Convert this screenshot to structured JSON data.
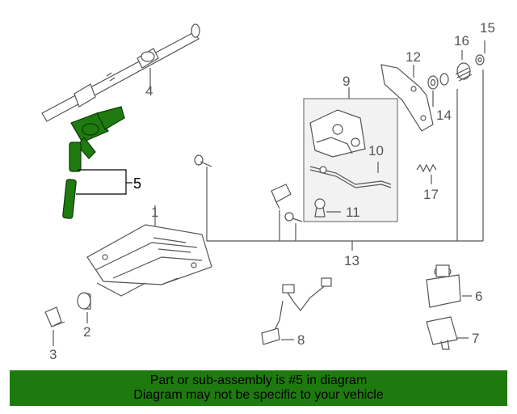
{
  "callouts": {
    "c1": "1",
    "c2": "2",
    "c3": "3",
    "c4": "4",
    "c5": "5",
    "c6": "6",
    "c7": "7",
    "c8": "8",
    "c9": "9",
    "c10": "10",
    "c11": "11",
    "c12": "12",
    "c13": "13",
    "c14": "14",
    "c15": "15",
    "c16": "16",
    "c17": "17"
  },
  "banner": {
    "line1": "Part or sub-assembly is #5 in diagram",
    "line2": "Diagram may not be specific to your vehicle",
    "color": "#1e7a0e"
  },
  "highlight_color": "#1f7a0f"
}
